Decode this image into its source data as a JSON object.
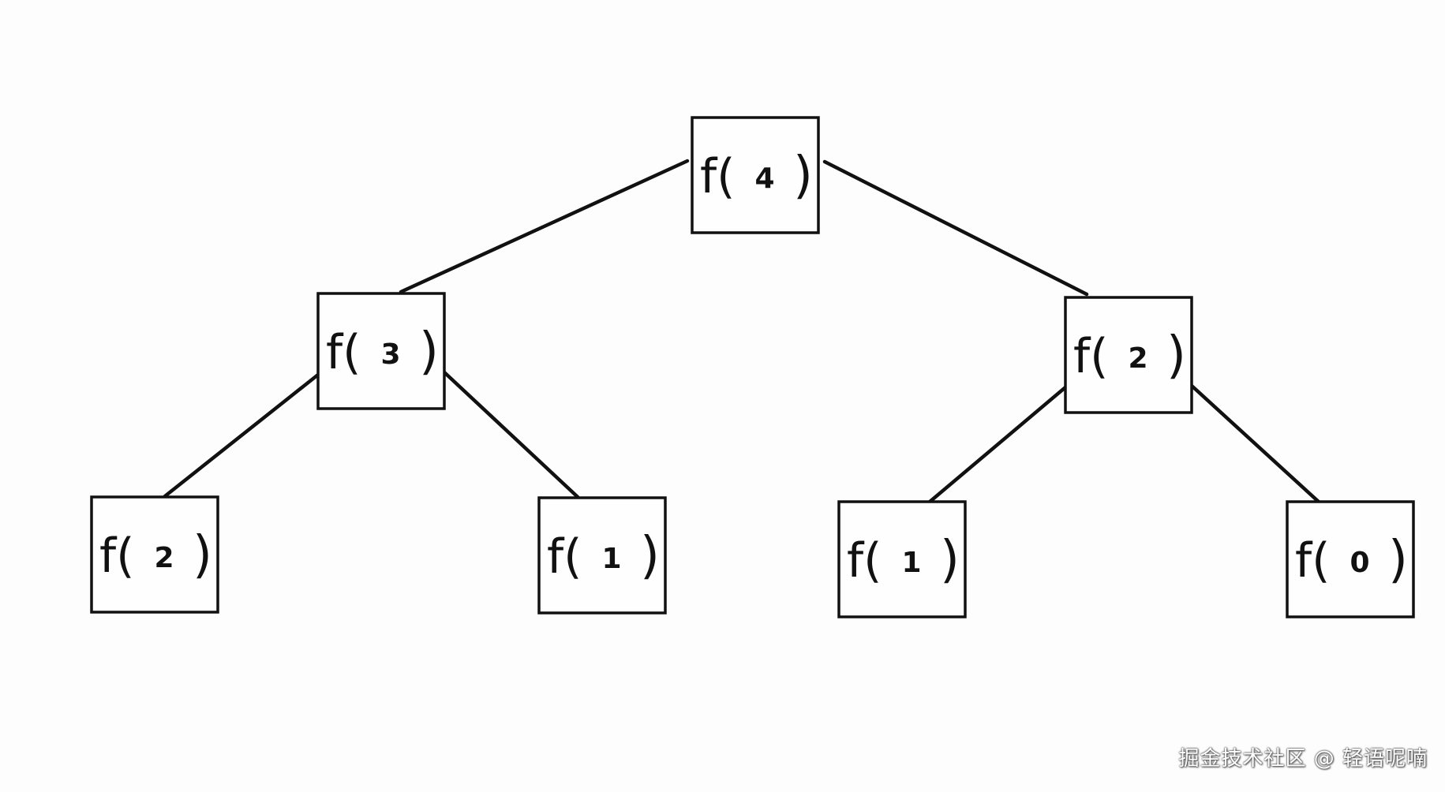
{
  "diagram": {
    "nodes": [
      {
        "id": "n4",
        "func": "f(",
        "arg": "4",
        "close": ")"
      },
      {
        "id": "n3",
        "func": "f(",
        "arg": "3",
        "close": ")"
      },
      {
        "id": "n2a",
        "func": "f(",
        "arg": "2",
        "close": ")"
      },
      {
        "id": "n2b",
        "func": "f(",
        "arg": "2",
        "close": ")"
      },
      {
        "id": "n1a",
        "func": "f(",
        "arg": "1",
        "close": ")"
      },
      {
        "id": "n1b",
        "func": "f(",
        "arg": "1",
        "close": ")"
      },
      {
        "id": "n0",
        "func": "f(",
        "arg": "0",
        "close": ")"
      }
    ],
    "edges": [
      {
        "from": "n4",
        "to": "n3"
      },
      {
        "from": "n4",
        "to": "n2b"
      },
      {
        "from": "n3",
        "to": "n2a"
      },
      {
        "from": "n3",
        "to": "n1a"
      },
      {
        "from": "n2b",
        "to": "n1b"
      },
      {
        "from": "n2b",
        "to": "n0"
      }
    ]
  },
  "watermark": "掘金技术社区 @ 轻语呢喃"
}
